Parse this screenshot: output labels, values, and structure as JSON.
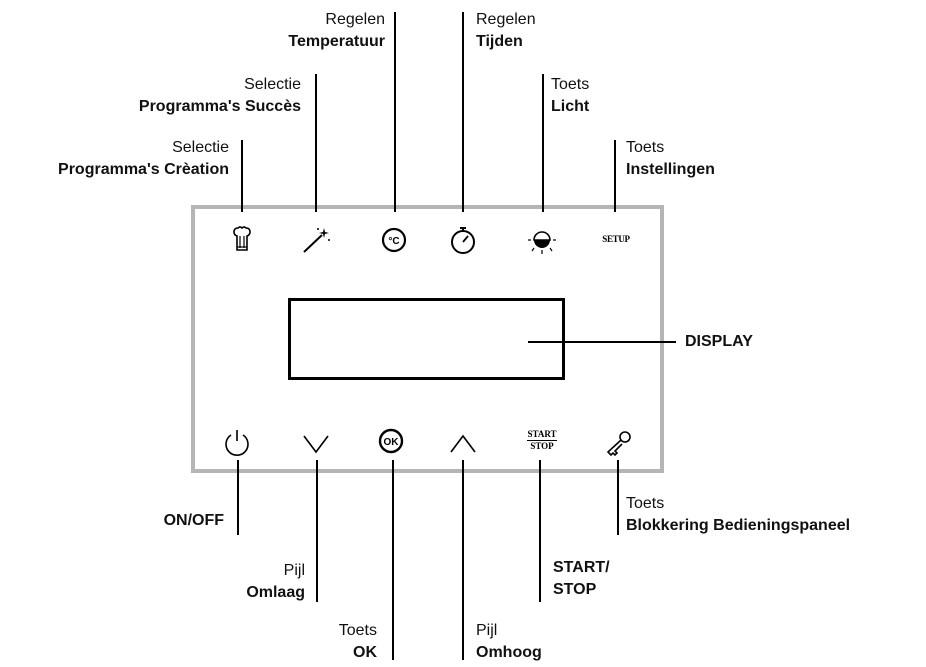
{
  "labels": {
    "creation": {
      "sub": "Selectie",
      "main": "Programma's Crèation"
    },
    "succes": {
      "sub": "Selectie",
      "main": "Programma's Succès"
    },
    "temperatuur": {
      "sub": "Regelen",
      "main": "Temperatuur"
    },
    "tijden": {
      "sub": "Regelen",
      "main": "Tijden"
    },
    "licht": {
      "sub": "Toets",
      "main": "Licht"
    },
    "instellingen": {
      "sub": "Toets",
      "main": "Instellingen"
    },
    "display": {
      "main": "DISPLAY"
    },
    "onoff": {
      "main": "ON/OFF"
    },
    "omlaag": {
      "sub": "Pijl",
      "main": "Omlaag"
    },
    "ok": {
      "sub": "Toets",
      "main": "OK"
    },
    "omhoog": {
      "sub": "Pijl",
      "main": "Omhoog"
    },
    "startstop": {
      "main1": "START/",
      "main2": "STOP"
    },
    "blokkering": {
      "sub": "Toets",
      "main": "Blokkering Bedieningspaneel"
    }
  },
  "icons": {
    "setup_text": "SETUP",
    "ok_text": "OK",
    "start_text": "START",
    "stop_text": "STOP",
    "celsius_text": "°C"
  },
  "colors": {
    "panel_border": "#b5b5b5",
    "line": "#000000"
  }
}
